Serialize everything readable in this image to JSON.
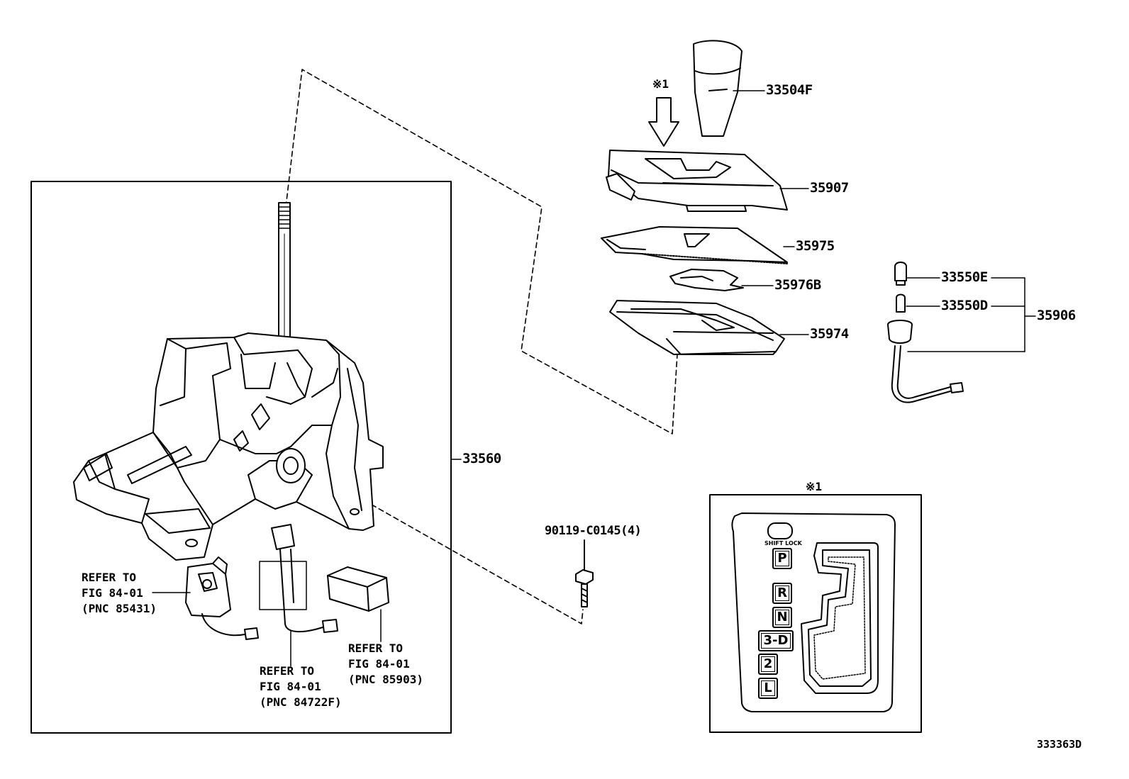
{
  "diagram_id": "333363D",
  "reference_mark": "※1",
  "parts": {
    "knob": "33504F",
    "housing_cover": "35907",
    "indicator_plate": "35975",
    "slide_plate": "35976B",
    "lower_housing": "35974",
    "bulb_e": "33550E",
    "bulb_d": "33550D",
    "socket_assy": "35906",
    "shift_lever_assy": "33560",
    "bolt": "90119-C0145(4)"
  },
  "notes": {
    "note1": {
      "line1": "REFER TO",
      "line2": "FIG 84-01",
      "line3": "(PNC 85431)"
    },
    "note2": {
      "line1": "REFER TO",
      "line2": "FIG 84-01",
      "line3": "(PNC 84722F)"
    },
    "note3": {
      "line1": "REFER TO",
      "line2": "FIG 84-01",
      "line3": "(PNC 85903)"
    }
  },
  "gate_detail": {
    "shift_lock_label": "SHIFT LOCK",
    "positions": [
      "P",
      "R",
      "N",
      "3-D",
      "2",
      "L"
    ]
  }
}
